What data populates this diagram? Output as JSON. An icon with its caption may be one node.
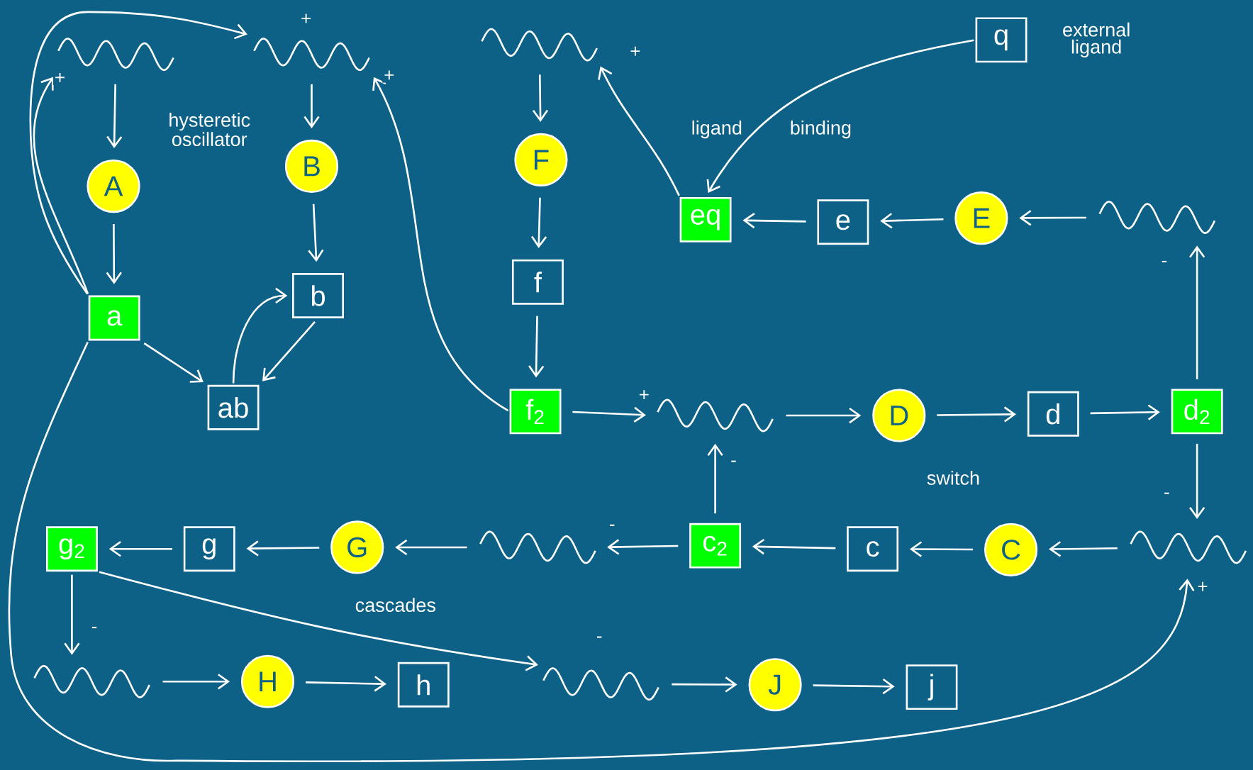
{
  "diagram": {
    "nodes": [
      {
        "text": [],
        "shape": "wave"
      },
      {
        "text": [],
        "shape": "wave"
      },
      {
        "text": [],
        "shape": "wave"
      },
      {
        "text": [
          "A"
        ]
      },
      {
        "text": [
          "B"
        ]
      },
      {
        "text": [
          "F"
        ]
      },
      {
        "text": [
          "a"
        ]
      },
      {
        "text": [
          "b"
        ]
      },
      {
        "text": [
          "ab"
        ]
      },
      {
        "text": [
          "f"
        ]
      },
      {
        "text": [
          "f$_{2}$"
        ]
      },
      {
        "text": [
          "q"
        ],
        "beside": [
          "external ligand"
        ]
      },
      {
        "text": [
          "eq"
        ]
      },
      {
        "text": [
          "e"
        ]
      },
      {
        "text": [
          "E"
        ]
      },
      {
        "text": [],
        "shape": "wave"
      },
      {
        "text": [],
        "shape": "wave"
      },
      {
        "text": [
          "D"
        ]
      },
      {
        "text": [
          "d"
        ]
      },
      {
        "text": [
          "d$_{2}$"
        ]
      },
      {
        "text": [],
        "shape": "wave"
      },
      {
        "text": [
          "C"
        ]
      },
      {
        "text": [
          "c"
        ]
      },
      {
        "text": [
          "c$_{2}$"
        ]
      },
      {
        "text": [],
        "shape": "wave"
      },
      {
        "text": [
          "G"
        ]
      },
      {
        "text": [
          "g"
        ]
      },
      {
        "text": [
          "g$_{2}$"
        ]
      },
      {
        "text": [],
        "shape": "wave"
      },
      {
        "text": [
          "H"
        ]
      },
      {
        "text": [
          "h"
        ]
      },
      {
        "text": [],
        "shape": "wave"
      },
      {
        "text": [
          "J"
        ]
      },
      {
        "text": [
          "j"
        ]
      }
    ],
    "edges": [
      {
        "from": 0,
        "to": 3,
        "arrow": "to"
      },
      {
        "from": 3,
        "to": 6,
        "arrow": "to"
      },
      {
        "from": 6,
        "to": 0,
        "arrow": "to",
        "label": "+"
      },
      {
        "from": 6,
        "to": 1,
        "arrow": "to",
        "label": "+"
      },
      {
        "from": 1,
        "to": 4,
        "arrow": "to"
      },
      {
        "from": 4,
        "to": 7,
        "arrow": "to"
      },
      {
        "from": 6,
        "to": 8,
        "arrow": "to"
      },
      {
        "from": 7,
        "to": 8,
        "arrow": "to"
      },
      {
        "from": 8,
        "to": 7,
        "arrow": "to"
      },
      {
        "from": 10,
        "to": 1,
        "arrow": "to",
        "label": "+"
      },
      {
        "from": 2,
        "to": 5,
        "arrow": "to"
      },
      {
        "from": 5,
        "to": 9,
        "arrow": "to"
      },
      {
        "from": 9,
        "to": 10,
        "arrow": "to"
      },
      {
        "from": 10,
        "to": 16,
        "arrow": "to",
        "label": "+"
      },
      {
        "from": 12,
        "to": 2,
        "arrow": "to",
        "label": "+"
      },
      {
        "from": 11,
        "to": 12,
        "arrow": "to"
      },
      {
        "from": 13,
        "to": 12,
        "arrow": "to"
      },
      {
        "from": 14,
        "to": 13,
        "arrow": "to"
      },
      {
        "from": 15,
        "to": 14,
        "arrow": "to"
      },
      {
        "from": 16,
        "to": 17,
        "arrow": "to"
      },
      {
        "from": 17,
        "to": 18,
        "arrow": "to"
      },
      {
        "from": 18,
        "to": 19,
        "arrow": "to"
      },
      {
        "from": 19,
        "to": 15,
        "arrow": "to",
        "label": "-"
      },
      {
        "from": 19,
        "to": 20,
        "arrow": "to",
        "label": "-"
      },
      {
        "from": 20,
        "to": 21,
        "arrow": "to"
      },
      {
        "from": 21,
        "to": 22,
        "arrow": "to"
      },
      {
        "from": 22,
        "to": 23,
        "arrow": "to"
      },
      {
        "from": 23,
        "to": 16,
        "arrow": "to",
        "label": "-"
      },
      {
        "from": 23,
        "to": 24,
        "arrow": "to",
        "label": "-"
      },
      {
        "from": 24,
        "to": 25,
        "arrow": "to"
      },
      {
        "from": 25,
        "to": 26,
        "arrow": "to"
      },
      {
        "from": 26,
        "to": 27,
        "arrow": "to"
      },
      {
        "from": 27,
        "to": 28,
        "arrow": "to",
        "label": "-"
      },
      {
        "from": 27,
        "to": 31,
        "arrow": "to",
        "label": "-"
      },
      {
        "from": 28,
        "to": 29,
        "arrow": "to"
      },
      {
        "from": 29,
        "to": 30,
        "arrow": "to"
      },
      {
        "from": 31,
        "to": 32,
        "arrow": "to"
      },
      {
        "from": 32,
        "to": 33,
        "arrow": "to"
      },
      {
        "from": 6,
        "to": 20,
        "arrow": "to",
        "label": "+"
      }
    ],
    "labels": [
      "hysteretic oscillator",
      "ligand",
      "binding",
      "switch",
      "cascades"
    ]
  }
}
